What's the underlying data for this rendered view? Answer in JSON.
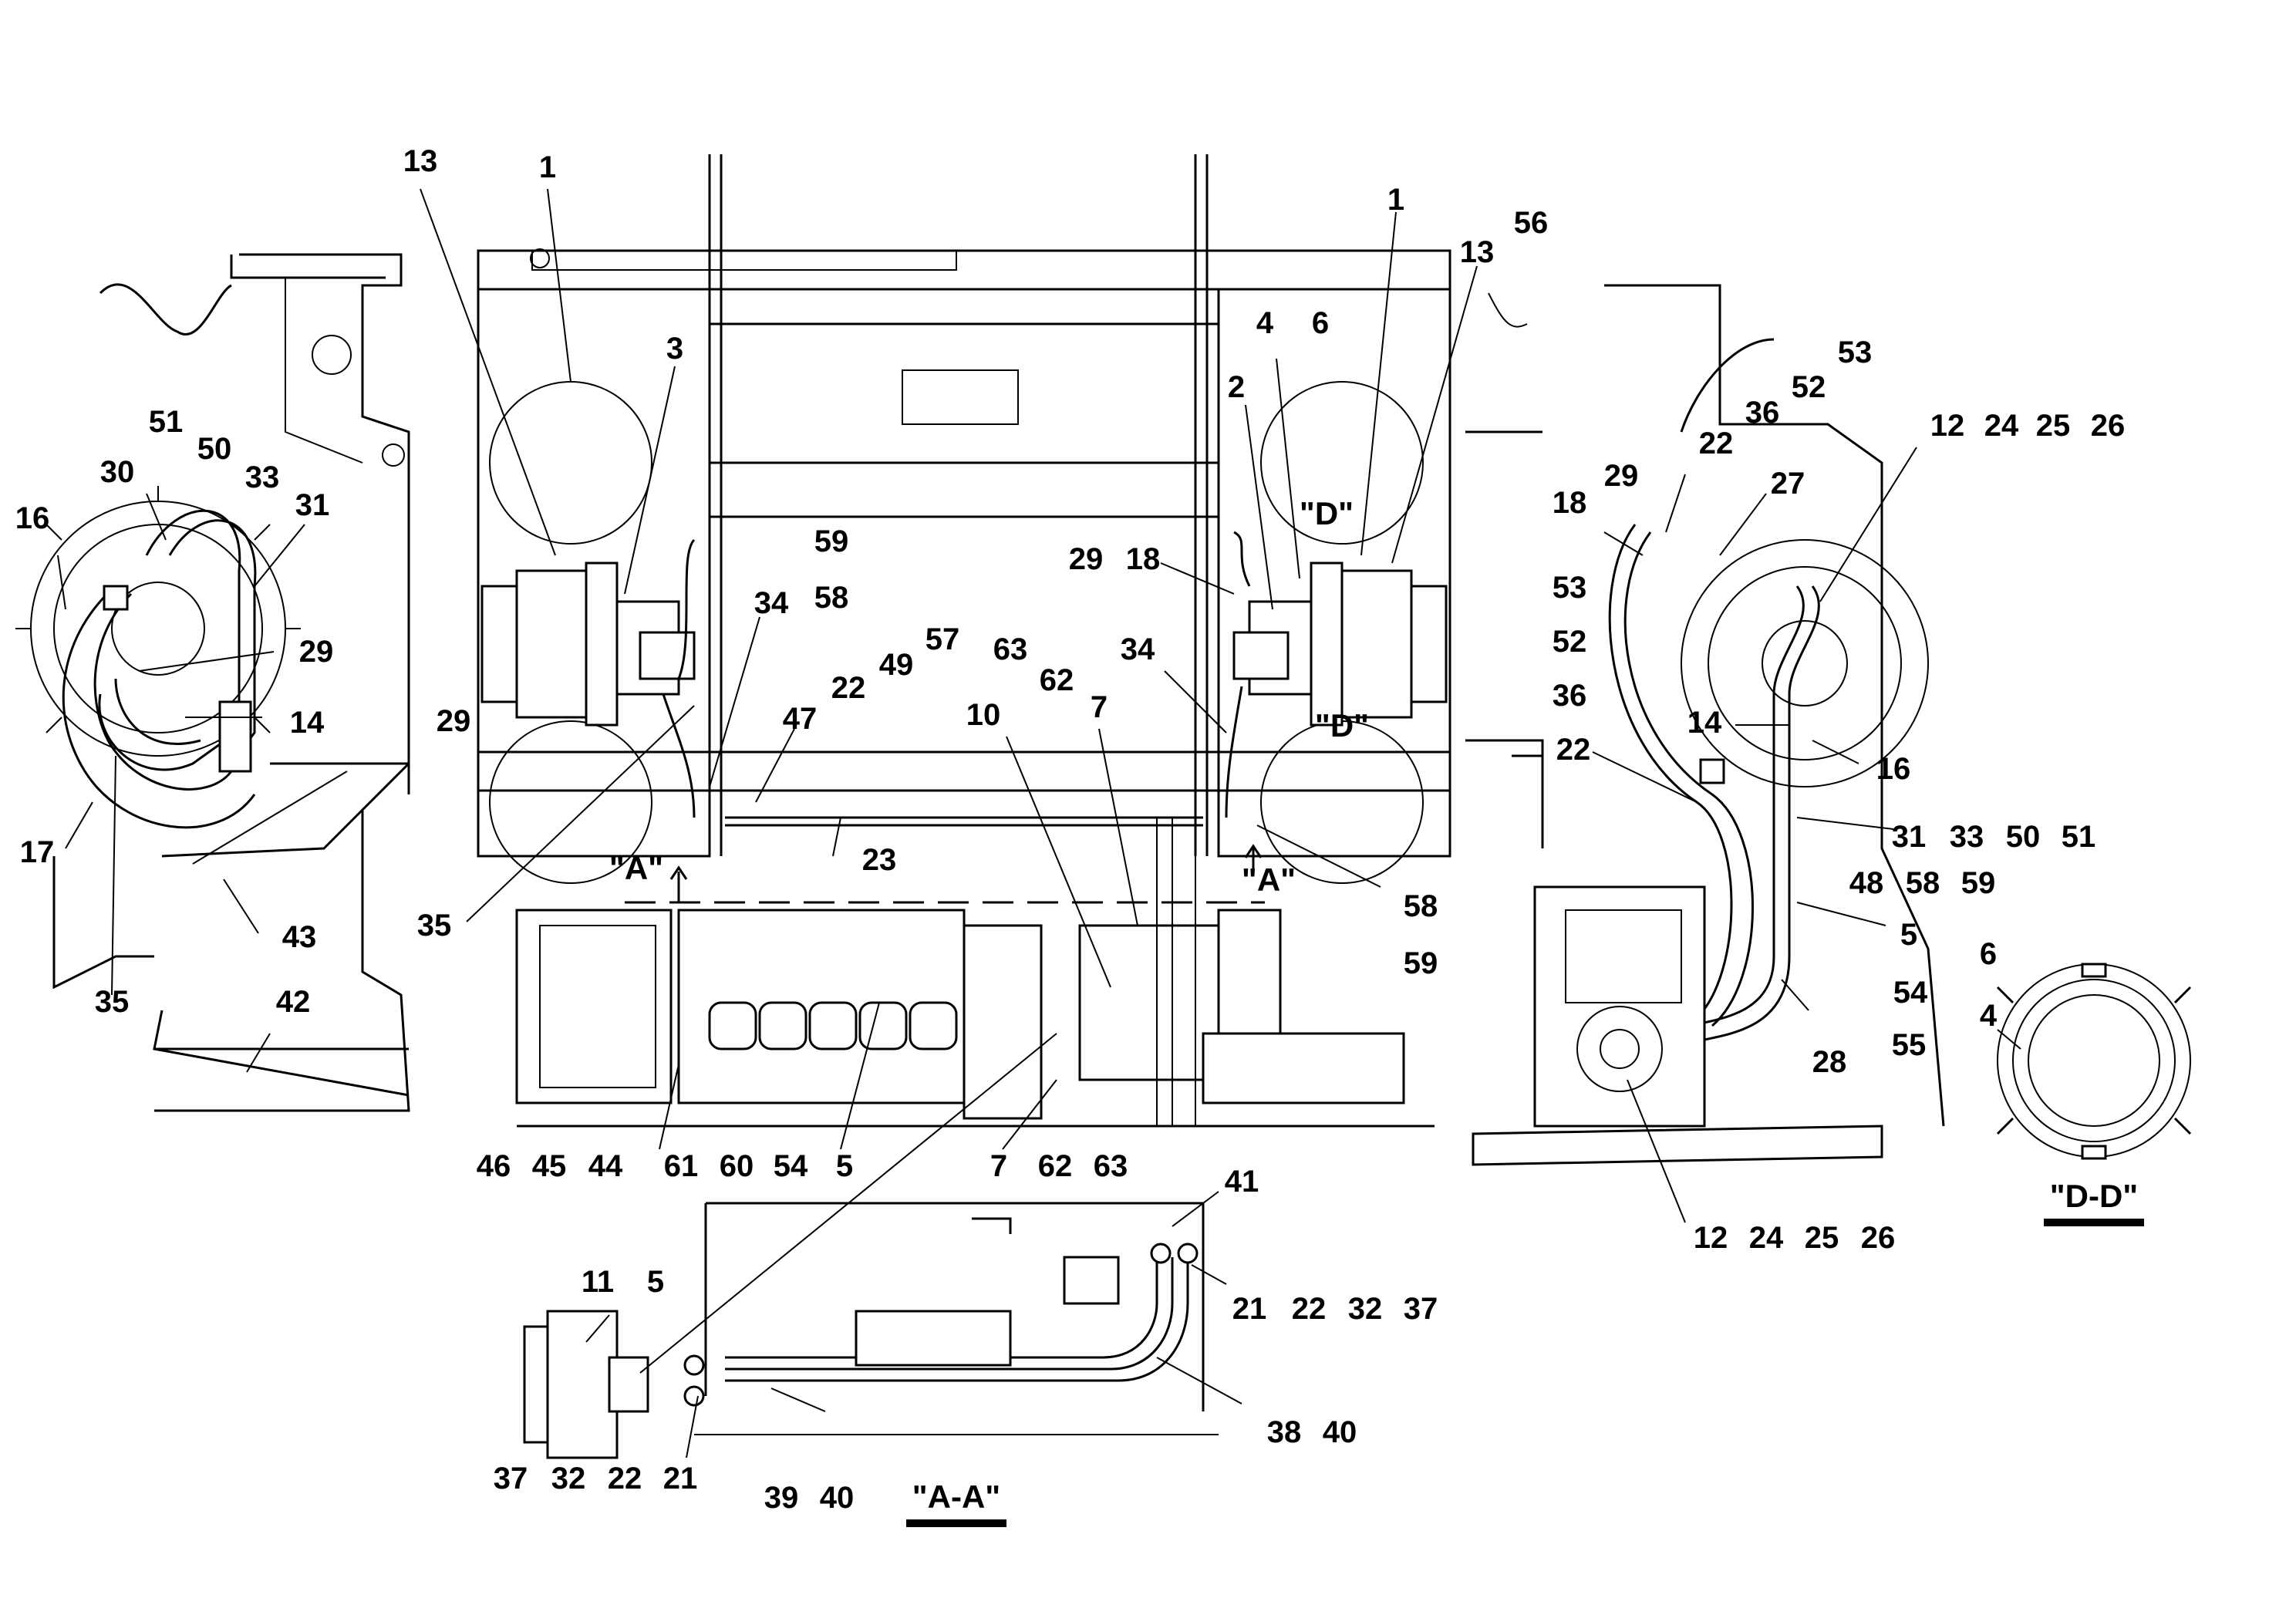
{
  "section_labels": {
    "section_a": "\"A-A\"",
    "section_d": "\"D-D\"",
    "mark_a_left": "\"A\"",
    "mark_a_right": "\"A\"",
    "mark_d_top": "\"D\"",
    "mark_d_bottom": "\"D\""
  },
  "callouts": [
    {
      "id": "c1",
      "text": "13"
    },
    {
      "id": "c2",
      "text": "1"
    },
    {
      "id": "c3",
      "text": "3"
    },
    {
      "id": "c4",
      "text": "51"
    },
    {
      "id": "c5",
      "text": "50"
    },
    {
      "id": "c6",
      "text": "30"
    },
    {
      "id": "c7",
      "text": "33"
    },
    {
      "id": "c8",
      "text": "31"
    },
    {
      "id": "c9",
      "text": "16"
    },
    {
      "id": "c10",
      "text": "29"
    },
    {
      "id": "c11",
      "text": "14"
    },
    {
      "id": "c12",
      "text": "29"
    },
    {
      "id": "c13",
      "text": "17"
    },
    {
      "id": "c14",
      "text": "43"
    },
    {
      "id": "c15",
      "text": "35"
    },
    {
      "id": "c16",
      "text": "42"
    },
    {
      "id": "c17",
      "text": "35"
    },
    {
      "id": "c18",
      "text": "34"
    },
    {
      "id": "c19",
      "text": "58"
    },
    {
      "id": "c20",
      "text": "59"
    },
    {
      "id": "c21",
      "text": "57"
    },
    {
      "id": "c22",
      "text": "49"
    },
    {
      "id": "c23",
      "text": "22"
    },
    {
      "id": "c24",
      "text": "47"
    },
    {
      "id": "c25",
      "text": "63"
    },
    {
      "id": "c26",
      "text": "62"
    },
    {
      "id": "c27",
      "text": "10"
    },
    {
      "id": "c28",
      "text": "7"
    },
    {
      "id": "c29",
      "text": "23"
    },
    {
      "id": "c30",
      "text": "1"
    },
    {
      "id": "c31",
      "text": "56"
    },
    {
      "id": "c32",
      "text": "13"
    },
    {
      "id": "c33",
      "text": "4"
    },
    {
      "id": "c34",
      "text": "6"
    },
    {
      "id": "c35",
      "text": "2"
    },
    {
      "id": "c36",
      "text": "29"
    },
    {
      "id": "c37",
      "text": "18"
    },
    {
      "id": "c38",
      "text": "34"
    },
    {
      "id": "c39",
      "text": "58"
    },
    {
      "id": "c40",
      "text": "59"
    },
    {
      "id": "c41",
      "text": "46"
    },
    {
      "id": "c42",
      "text": "45"
    },
    {
      "id": "c43",
      "text": "44"
    },
    {
      "id": "c44",
      "text": "61"
    },
    {
      "id": "c45",
      "text": "60"
    },
    {
      "id": "c46",
      "text": "54"
    },
    {
      "id": "c47",
      "text": "5"
    },
    {
      "id": "c48",
      "text": "7"
    },
    {
      "id": "c49",
      "text": "62"
    },
    {
      "id": "c50",
      "text": "63"
    },
    {
      "id": "c51",
      "text": "53"
    },
    {
      "id": "c52",
      "text": "52"
    },
    {
      "id": "c53",
      "text": "36"
    },
    {
      "id": "c54",
      "text": "22"
    },
    {
      "id": "c55",
      "text": "12"
    },
    {
      "id": "c56",
      "text": "24"
    },
    {
      "id": "c57",
      "text": "25"
    },
    {
      "id": "c58",
      "text": "26"
    },
    {
      "id": "c59",
      "text": "29"
    },
    {
      "id": "c60",
      "text": "18"
    },
    {
      "id": "c61",
      "text": "27"
    },
    {
      "id": "c62",
      "text": "53"
    },
    {
      "id": "c63",
      "text": "52"
    },
    {
      "id": "c64",
      "text": "36"
    },
    {
      "id": "c65",
      "text": "14"
    },
    {
      "id": "c66",
      "text": "16"
    },
    {
      "id": "c67",
      "text": "22"
    },
    {
      "id": "c68",
      "text": "31"
    },
    {
      "id": "c69",
      "text": "33"
    },
    {
      "id": "c70",
      "text": "50"
    },
    {
      "id": "c71",
      "text": "51"
    },
    {
      "id": "c72",
      "text": "48"
    },
    {
      "id": "c73",
      "text": "58"
    },
    {
      "id": "c74",
      "text": "59"
    },
    {
      "id": "c75",
      "text": "5"
    },
    {
      "id": "c76",
      "text": "6"
    },
    {
      "id": "c77",
      "text": "54"
    },
    {
      "id": "c78",
      "text": "4"
    },
    {
      "id": "c79",
      "text": "28"
    },
    {
      "id": "c80",
      "text": "55"
    },
    {
      "id": "c81",
      "text": "12"
    },
    {
      "id": "c82",
      "text": "24"
    },
    {
      "id": "c83",
      "text": "25"
    },
    {
      "id": "c84",
      "text": "26"
    },
    {
      "id": "c85",
      "text": "41"
    },
    {
      "id": "c86",
      "text": "21"
    },
    {
      "id": "c87",
      "text": "22"
    },
    {
      "id": "c88",
      "text": "32"
    },
    {
      "id": "c89",
      "text": "37"
    },
    {
      "id": "c90",
      "text": "11"
    },
    {
      "id": "c91",
      "text": "5"
    },
    {
      "id": "c92",
      "text": "38"
    },
    {
      "id": "c93",
      "text": "40"
    },
    {
      "id": "c94",
      "text": "37"
    },
    {
      "id": "c95",
      "text": "32"
    },
    {
      "id": "c96",
      "text": "22"
    },
    {
      "id": "c97",
      "text": "21"
    },
    {
      "id": "c98",
      "text": "39"
    },
    {
      "id": "c99",
      "text": "40"
    }
  ]
}
